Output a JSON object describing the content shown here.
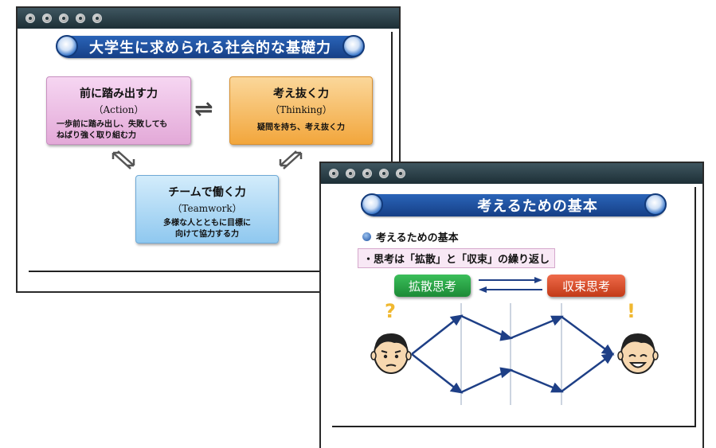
{
  "slide1": {
    "title": "大学生に求められる社会的な基礎力",
    "action": {
      "title": "前に踏み出す力",
      "subtitle": "（Action）",
      "line1": "一歩前に踏み出し、失敗しても",
      "line2": "ねばり強く取り組む力"
    },
    "thinking": {
      "title": "考え抜く力",
      "subtitle": "（Thinking）",
      "line1": "疑問を持ち、考え抜く力"
    },
    "teamwork": {
      "title": "チームで働く力",
      "subtitle": "（Teamwork）",
      "line1": "多様な人とともに目標に",
      "line2": "向けて協力する力"
    }
  },
  "slide2": {
    "title": "考えるための基本",
    "bullet": "考えるための基本",
    "note": "・思考は「拡散」と「収束」の繰り返し",
    "diverge_label": "拡散思考",
    "converge_label": "収束思考",
    "question_mark": "?",
    "exclaim_mark": "!"
  },
  "colors": {
    "accent_blue": "#1e4f9e",
    "green": "#2aa34a",
    "red": "#d9502b"
  }
}
